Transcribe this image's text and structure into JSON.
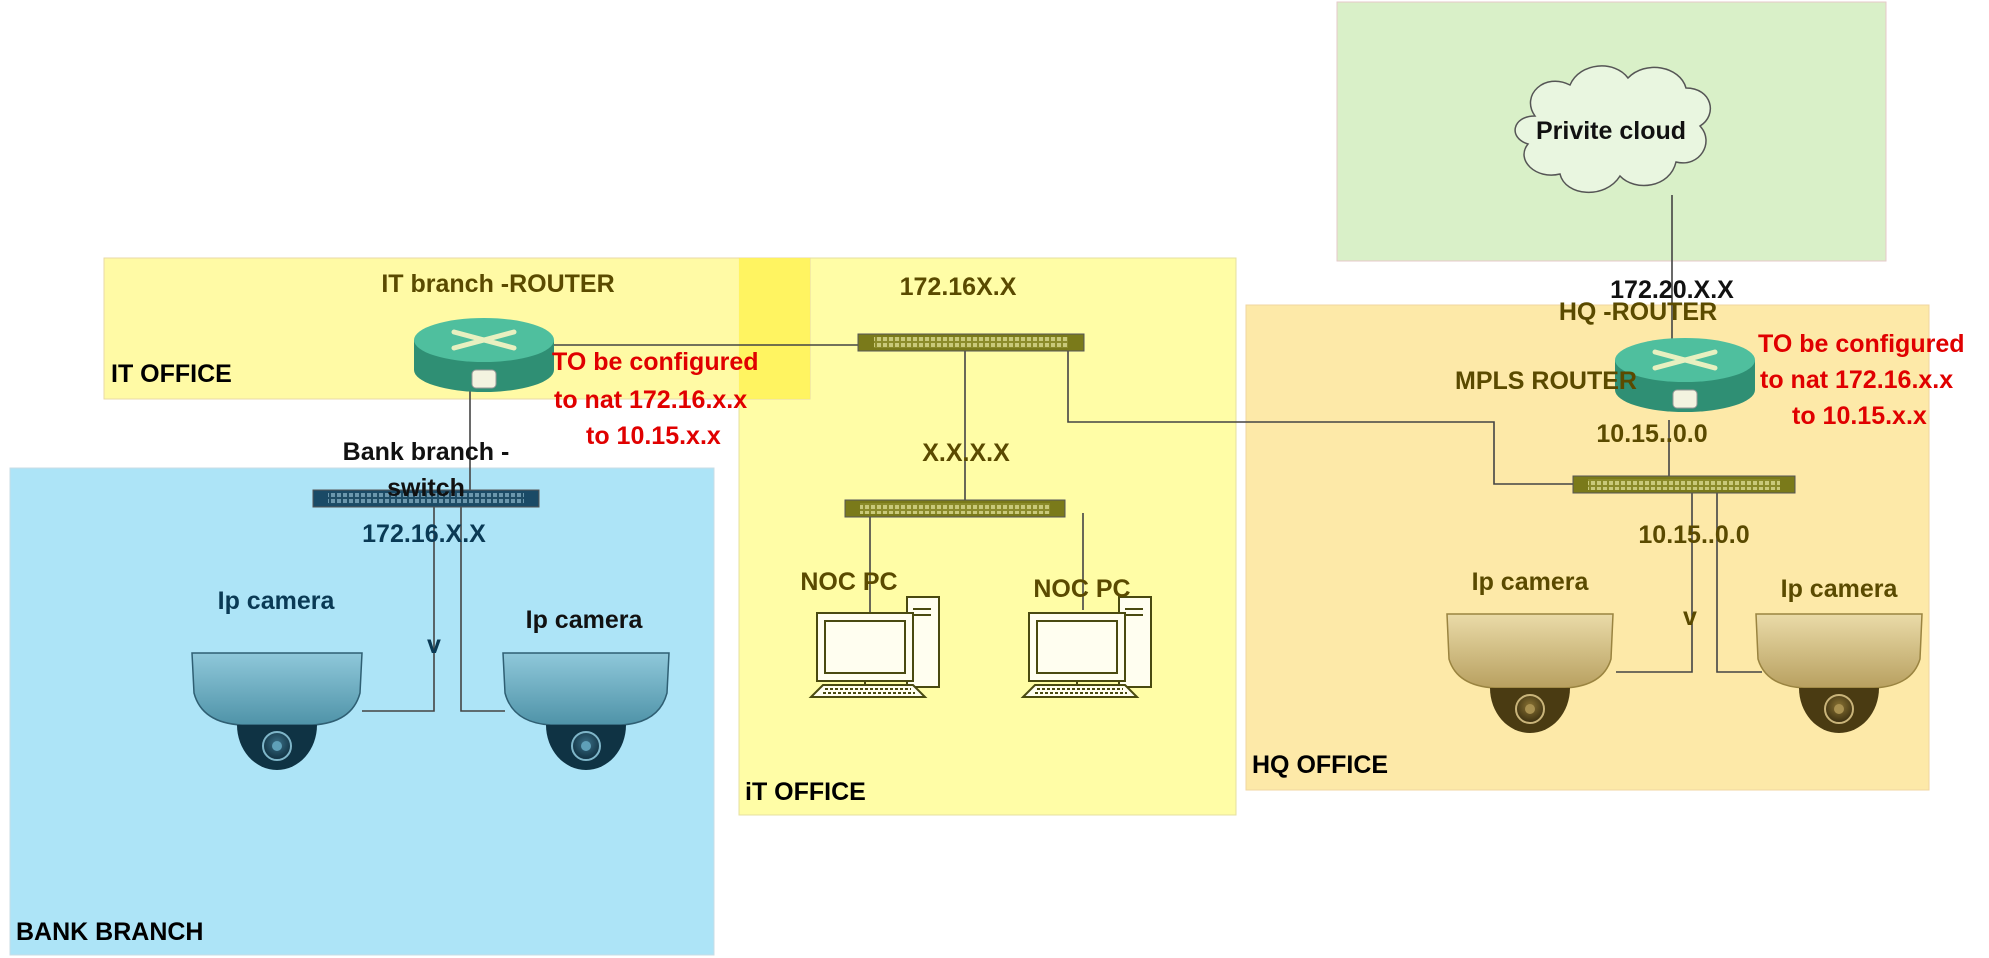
{
  "zones": {
    "cloud_zone": {
      "color": "#d9f0c8"
    },
    "it_office_top": {
      "label": "IT OFFICE",
      "color": "#fffa9e"
    },
    "bank_branch": {
      "label": "BANK BRANCH",
      "color": "#ade4f7"
    },
    "it_office_mid": {
      "label": "iT OFFICE",
      "color": "#fffda6"
    },
    "hq_office": {
      "label": "HQ OFFICE",
      "color": "#fde9a8"
    }
  },
  "labels": {
    "private_cloud": "Privite cloud",
    "it_branch_router": "IT branch -ROUTER",
    "it_nat_note": [
      "TO be configured",
      "to nat 172.16.x.x",
      "to 10.15.x.x"
    ],
    "bank_switch": [
      "Bank  branch -",
      "switch"
    ],
    "bank_subnet": "172.16.X.X",
    "bank_camera_1": "Ip camera",
    "bank_camera_2": "Ip camera",
    "bank_v": "v",
    "it_switch_top_subnet": "172.16X.X",
    "it_switch_mid_subnet": "X.X.X.X",
    "noc_pc_1": "NOC PC",
    "noc_pc_2": "NOC PC",
    "cloud_link": "172.20.X.X",
    "hq_router": "HQ -ROUTER",
    "mpls_router": "MPLS ROUTER",
    "hq_router_subnet": "10.15..0.0",
    "hq_nat_note": [
      "TO be configured",
      "to nat 172.16.x.x",
      "to 10.15.x.x"
    ],
    "hq_switch_subnet": "10.15..0.0",
    "hq_camera_1": "Ip camera",
    "hq_camera_2": "Ip camera",
    "hq_v": "v"
  },
  "icons": {
    "router": "router-icon",
    "switch": "switch-icon",
    "camera": "dome-camera-icon",
    "pc": "desktop-pc-icon",
    "cloud": "cloud-icon"
  },
  "colors": {
    "router_top": "#4fbf9e",
    "router_side": "#2f8f74",
    "switch_body": "#7a7a1a",
    "switch_dark_blue": "#1a4a66",
    "camera_blue": "#6fb3c9",
    "camera_tan": "#d9c38a",
    "note_red": "#e00000",
    "link_line": "#444444"
  }
}
